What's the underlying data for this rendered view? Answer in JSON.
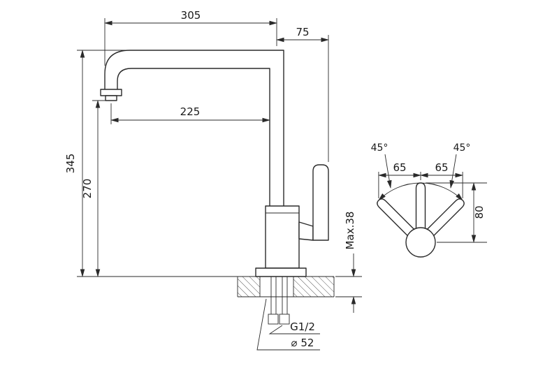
{
  "drawing": {
    "front_view": {
      "dims": {
        "total_width": "305",
        "handle_offset": "75",
        "spout_reach": "225",
        "total_height": "345",
        "spout_height": "270",
        "max_mount_thickness": "Max.38",
        "thread_size": "G1/2",
        "hole_diameter": "⌀ 52"
      }
    },
    "top_view": {
      "dims": {
        "swing_angle_left": "45°",
        "swing_angle_right": "45°",
        "offset_left": "65",
        "offset_right": "65",
        "handle_length": "80"
      }
    },
    "colors": {
      "line": "#2a2a2a",
      "background": "#ffffff"
    }
  }
}
